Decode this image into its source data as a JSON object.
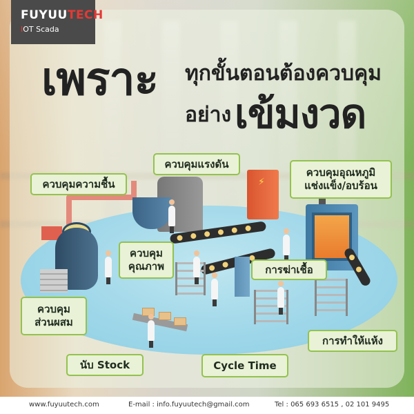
{
  "logo": {
    "brand_part1": "FUYUU",
    "brand_part2": "TECH",
    "sub_part1": "I",
    "sub_part2": "OT Scada"
  },
  "headline": {
    "big_word_1": "เพราะ",
    "line_1": "ทุกขั้นตอนต้องควบคุม",
    "line_2": "อย่าง",
    "big_word_2": "เข้มงวด"
  },
  "labels": {
    "humidity": "ควบคุมความชื้น",
    "pressure": "ควบคุมแรงดัน",
    "temperature_line1": "ควบคุมอุณหภูมิ",
    "temperature_line2": "แช่งแข็ง/อบร้อน",
    "quality_line1": "ควบคุม",
    "quality_line2": "คุณภาพ",
    "sterilization": "การฆ่าเชื้อ",
    "mixture_line1": "ควบคุม",
    "mixture_line2": "ส่วนผสม",
    "drying": "การทำให้แห้ง",
    "stock": "นับ Stock",
    "cycle_time": "Cycle Time"
  },
  "footer": {
    "website": "www.fuyuutech.com",
    "email": "E-mail : info.fuyuutech@gmail.com",
    "tel": "Tel : 065 693 6515 , 02 101 9495"
  },
  "colors": {
    "label_border": "#93c24e",
    "label_fill": "#e9f2d6",
    "brand_red": "#e53935",
    "platform": "#9fd7e9"
  }
}
